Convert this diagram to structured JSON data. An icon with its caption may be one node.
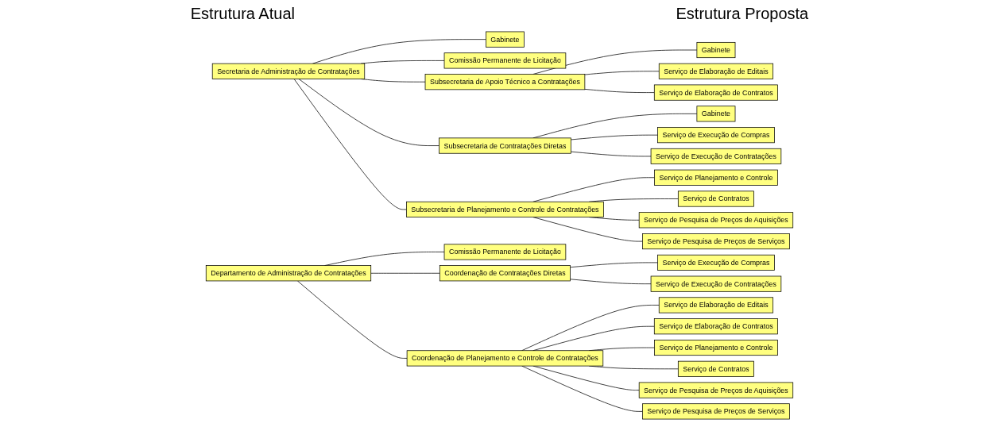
{
  "diagram": {
    "nodes": [
      {
        "text": [
          "Secretaria de Administração de Contratações"
        ]
      },
      {
        "text": [
          "Gabinete"
        ]
      },
      {
        "text": [
          "Comissão Permanente de Licitação"
        ]
      },
      {
        "text": [
          "Subsecretaria de Apoio Técnico a Contratações"
        ]
      },
      {
        "text": [
          "Gabinete"
        ]
      },
      {
        "text": [
          "Serviço de Elaboração de Editais"
        ]
      },
      {
        "text": [
          "Serviço de Elaboração de Contratos"
        ]
      },
      {
        "text": [
          "Subsecretaria de Contratações Diretas"
        ]
      },
      {
        "text": [
          "Gabinete"
        ]
      },
      {
        "text": [
          "Serviço de Execução de Compras"
        ]
      },
      {
        "text": [
          "Serviço de Execução de Contratações"
        ]
      },
      {
        "text": [
          "Subsecretaria de Planejamento e Controle de Contratações"
        ]
      },
      {
        "text": [
          "Serviço de Planejamento e Controle"
        ]
      },
      {
        "text": [
          "Serviço de Contratos"
        ]
      },
      {
        "text": [
          "Serviço de Pesquisa de Preços de Aquisições"
        ]
      },
      {
        "text": [
          "Serviço de Pesquisa de Preços de Serviços"
        ]
      },
      {
        "text": [
          "Departamento de Administração de Contratações"
        ]
      },
      {
        "text": [
          "Comissão Permanente de Licitação"
        ]
      },
      {
        "text": [
          "Coordenação de Contratações Diretas"
        ]
      },
      {
        "text": [
          "Serviço de Execução de Compras"
        ]
      },
      {
        "text": [
          "Serviço de Execução de Contratações"
        ]
      },
      {
        "text": [
          "Coordenação de Planejamento e Controle de Contratações"
        ]
      },
      {
        "text": [
          "Serviço de Elaboração de Editais"
        ]
      },
      {
        "text": [
          "Serviço de Elaboração de Contratos"
        ]
      },
      {
        "text": [
          "Serviço de Planejamento e Controle"
        ]
      },
      {
        "text": [
          "Serviço de Contratos"
        ]
      },
      {
        "text": [
          "Serviço de Pesquisa de Preços de Aquisições"
        ]
      },
      {
        "text": [
          "Serviço de Pesquisa de Preços de Serviços"
        ]
      }
    ],
    "edges": [
      {
        "from": 0,
        "to": 1,
        "arrow": "none"
      },
      {
        "from": 0,
        "to": 2,
        "arrow": "none"
      },
      {
        "from": 0,
        "to": 3,
        "arrow": "none"
      },
      {
        "from": 0,
        "to": 7,
        "arrow": "none"
      },
      {
        "from": 0,
        "to": 11,
        "arrow": "none"
      },
      {
        "from": 3,
        "to": 4,
        "arrow": "none"
      },
      {
        "from": 3,
        "to": 5,
        "arrow": "none"
      },
      {
        "from": 3,
        "to": 6,
        "arrow": "none"
      },
      {
        "from": 7,
        "to": 8,
        "arrow": "none"
      },
      {
        "from": 7,
        "to": 9,
        "arrow": "none"
      },
      {
        "from": 7,
        "to": 10,
        "arrow": "none"
      },
      {
        "from": 11,
        "to": 12,
        "arrow": "none"
      },
      {
        "from": 11,
        "to": 13,
        "arrow": "none"
      },
      {
        "from": 11,
        "to": 14,
        "arrow": "none"
      },
      {
        "from": 11,
        "to": 15,
        "arrow": "none"
      },
      {
        "from": 16,
        "to": 17,
        "arrow": "none"
      },
      {
        "from": 16,
        "to": 18,
        "arrow": "none"
      },
      {
        "from": 16,
        "to": 21,
        "arrow": "none"
      },
      {
        "from": 18,
        "to": 19,
        "arrow": "none"
      },
      {
        "from": 18,
        "to": 20,
        "arrow": "none"
      },
      {
        "from": 21,
        "to": 22,
        "arrow": "none"
      },
      {
        "from": 21,
        "to": 23,
        "arrow": "none"
      },
      {
        "from": 21,
        "to": 24,
        "arrow": "none"
      },
      {
        "from": 21,
        "to": 25,
        "arrow": "none"
      },
      {
        "from": 21,
        "to": 26,
        "arrow": "none"
      },
      {
        "from": 21,
        "to": 27,
        "arrow": "none"
      }
    ],
    "labels": [
      "Estrutura Atual",
      "Estrutura Proposta"
    ]
  }
}
